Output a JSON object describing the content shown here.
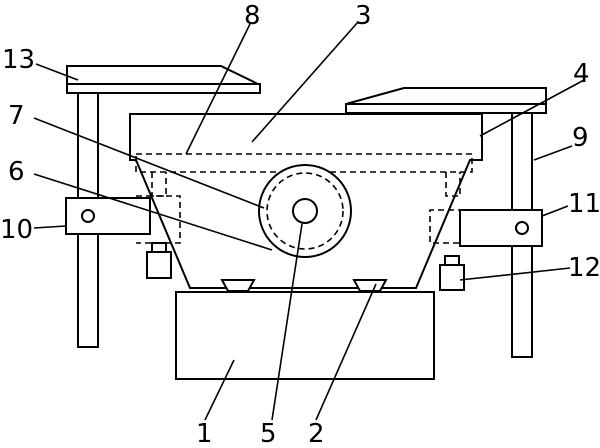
{
  "figure": {
    "background": "#ffffff",
    "stroke_color": "#000000"
  },
  "labels": {
    "l1": "1",
    "l2": "2",
    "l3": "3",
    "l4": "4",
    "l5": "5",
    "l6": "6",
    "l7": "7",
    "l8": "8",
    "l9": "9",
    "l10": "10",
    "l11": "11",
    "l12": "12",
    "l13": "13"
  }
}
